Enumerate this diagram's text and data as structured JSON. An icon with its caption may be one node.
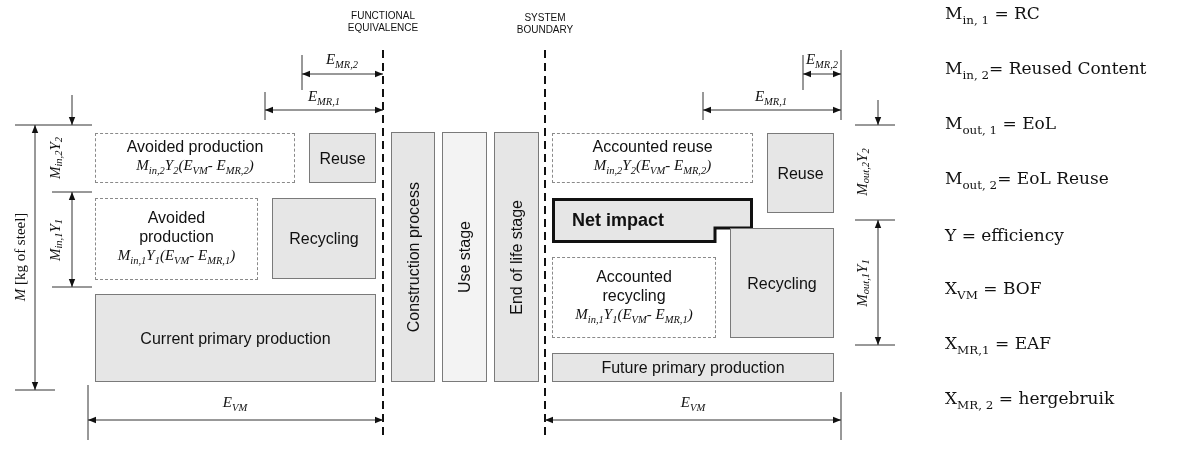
{
  "diagram": {
    "nodes": [
      {
        "text": [
          "Avoided production",
          "M$_{in,2}$Y$_{2}$(E$_{VM}$- E$_{MR,2}$)"
        ]
      },
      {
        "text": [
          "Reuse"
        ]
      },
      {
        "text": [
          "Avoided production",
          "M$_{in,1}$Y$_{1}$(E$_{VM}$- E$_{MR,1}$)"
        ]
      },
      {
        "text": [
          "Recycling"
        ]
      },
      {
        "text": [
          "Current primary production"
        ]
      },
      {
        "text": [
          "Construction process"
        ]
      },
      {
        "text": [
          "Use stage"
        ]
      },
      {
        "text": [
          "End of life stage"
        ]
      },
      {
        "text": [
          "Accounted reuse",
          "M$_{in,2}$Y$_{2}$(E$_{VM}$- E$_{MR,2}$)"
        ]
      },
      {
        "text": [
          "Reuse"
        ]
      },
      {
        "text": [
          "Net impact"
        ]
      },
      {
        "text": [
          "Accounted recycling",
          "M$_{in,1}$Y$_{1}$(E$_{VM}$- E$_{MR,1}$)"
        ]
      },
      {
        "text": [
          "Recycling"
        ]
      },
      {
        "text": [
          "Future primary production"
        ]
      }
    ],
    "labels": [
      "FUNCTIONAL EQUIVALENCE",
      "SYSTEM BOUNDARY",
      "E$_{MR,2}$",
      "E$_{MR,2}$",
      "E$_{MR,1}$",
      "E$_{MR,1}$",
      "M$_{in,2}$Y$_{2}$",
      "M$_{out,2}$Y$_{2}$",
      "*M* [kg of steel]",
      "M$_{in,1}$Y$_{1}$",
      "M$_{out,1}$Y$_{1}$",
      "E$_{VM}$",
      "E$_{VM}$",
      "M$_{in, 1}$ = RC",
      "M$_{in, 2}$= Reused Content",
      "M$_{out, 1}$ = EoL",
      "M$_{out, 2}$= EoL Reuse",
      "Y = efficiency",
      "X$_{VM}$ = BOF",
      "X$_{MR,1}$ = EAF",
      "X$_{MR, 2}$ = hergebruik"
    ]
  }
}
